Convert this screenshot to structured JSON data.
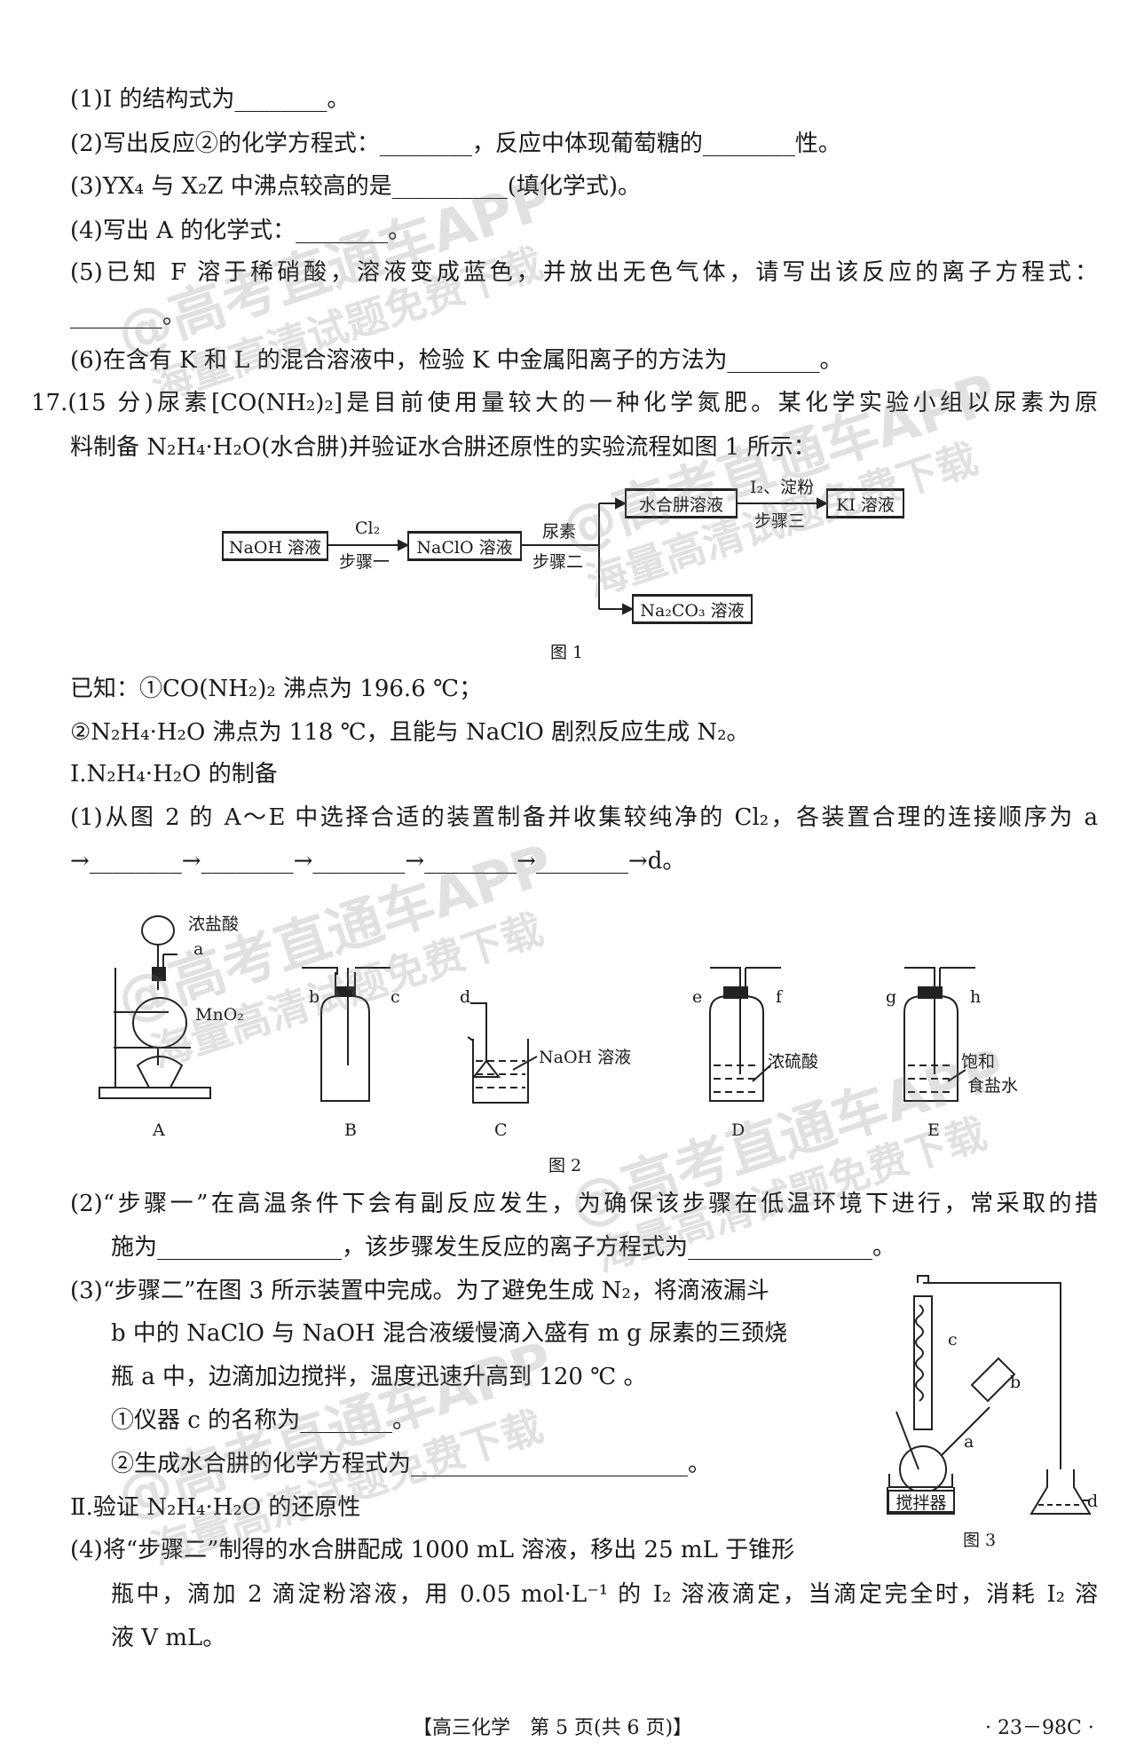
{
  "lines": {
    "p1": "(1)I 的结构式为________。",
    "p2": "(2)写出反应②的化学方程式：________，反应中体现葡萄糖的________性。",
    "p3": "(3)YX₄ 与 X₂Z 中沸点较高的是__________(填化学式)。",
    "p4": "(4)写出 A 的化学式：________。",
    "p5": "(5)已知 F 溶于稀硝酸，溶液变成蓝色，并放出无色气体，请写出该反应的离子方程式：",
    "p5b": "________。",
    "p6": "(6)在含有 K 和 L 的混合溶液中，检验 K 中金属阳离子的方法为________。",
    "q17": "17.(15 分)尿素[CO(NH₂)₂]是目前使用量较大的一种化学氮肥。某化学实验小组以尿素为原",
    "q17b": "料制备 N₂H₄·H₂O(水合肼)并验证水合肼还原性的实验流程如图 1 所示：",
    "known1": "已知：①CO(NH₂)₂ 沸点为 196.6 ℃；",
    "known2": "②N₂H₄·H₂O 沸点为 118 ℃，且能与 NaClO 剧烈反应生成 N₂。",
    "sec1": "Ⅰ.N₂H₄·H₂O 的制备",
    "q1": "(1)从图 2 的 A～E 中选择合适的装置制备并收集较纯净的 Cl₂，各装置合理的连接顺序为 a",
    "q1b": "→________→________→________→________→________→d。",
    "q2": "(2)“步骤一”在高温条件下会有副反应发生，为确保该步骤在低温环境下进行，常采取的措",
    "q2b": "施为________________，该步骤发生反应的离子方程式为________________。",
    "q3": "(3)“步骤二”在图 3 所示装置中完成。为了避免生成 N₂，将滴液漏斗",
    "q3b": "b 中的 NaClO 与 NaOH 混合液缓慢滴入盛有 m g 尿素的三颈烧",
    "q3c": "瓶 a 中，边滴加边搅拌，温度迅速升高到 120 ℃ 。",
    "q3d": "①仪器 c 的名称为________。",
    "q3e": "②生成水合肼的化学方程式为________________________。",
    "sec2": "Ⅱ.验证 N₂H₄·H₂O 的还原性",
    "q4": "(4)将“步骤二”制得的水合肼配成 1000 mL 溶液，移出 25 mL 于锥形",
    "q4b": "瓶中，滴加 2 滴淀粉溶液，用 0.05 mol·L⁻¹ 的 I₂ 溶液滴定，当滴定完全时，消耗 I₂ 溶",
    "q4c": "液 V mL。"
  },
  "fig1": {
    "naoh": "NaOH 溶液",
    "cl2": "Cl₂",
    "step1": "步骤一",
    "naclo": "NaClO 溶液",
    "urea": "尿素",
    "step2": "步骤二",
    "hydrazine": "水合肼溶液",
    "i2": "I₂、淀粉",
    "step3": "步骤三",
    "ki": "KI 溶液",
    "na2co3": "Na₂CO₃ 溶液",
    "caption": "图 1"
  },
  "fig2": {
    "hcl": "浓盐酸",
    "a": "a",
    "mno2": "MnO₂",
    "b": "b",
    "c": "c",
    "d": "d",
    "naoh": "NaOH 溶液",
    "e": "e",
    "f": "f",
    "h2so4": "浓硫酸",
    "g": "g",
    "h": "h",
    "brine1": "饱和",
    "brine2": "食盐水",
    "A": "A",
    "B": "B",
    "C": "C",
    "D": "D",
    "E": "E",
    "caption": "图 2"
  },
  "fig3": {
    "c": "c",
    "b": "b",
    "a": "a",
    "d": "d",
    "stirrer": "搅拌器",
    "caption": "图 3"
  },
  "footer": {
    "center": "【高三化学　第 5 页(共 6 页)】",
    "code": "· 23－98C ·"
  },
  "watermark": {
    "line1": "@高考直通车APP",
    "line2": "海量高清试题免费下载"
  }
}
